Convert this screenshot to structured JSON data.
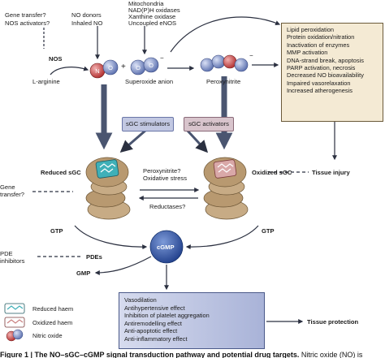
{
  "top_labels": {
    "gene_transfer": "Gene transfer?",
    "nos_activators": "NOS activators?",
    "no_donors": "NO donors",
    "inhaled_no": "Inhaled NO",
    "mitochondria": "Mitochondria",
    "nadph": "NAD(P)H oxidases",
    "xanthine": "Xanthine oxidase",
    "uncoupled": "Uncoupled eNOS",
    "nos": "NOS",
    "arginine": "L-arginine",
    "superoxide": "Superoxide anion",
    "peroxynitrite": "Peroxynitrite",
    "plus": "+"
  },
  "molecule_letters": {
    "n": "N",
    "o": "O",
    "minus": "−"
  },
  "effects_box": [
    "Lipid peroxidation",
    "Protein oxidation/nitration",
    "Inactivation of enzymes",
    "MMP activation",
    "DNA-strand break, apoptosis",
    "PARP activation, necrosis",
    "Decreased NO bioavailability",
    "Impaired vasorelaxation",
    "Increased atherogenesis"
  ],
  "middle": {
    "sgc_stimulators": "sGC stimulators",
    "sgc_activators": "sGC activators",
    "reduced_sgc": "Reduced sGC",
    "oxidized_sgc": "Oxidized sGC",
    "tissue_injury": "Tissue injury",
    "peroxynitrite_q": "Peroxynitrite?",
    "oxidative_stress": "Oxidative stress",
    "reductases": "Reductases?",
    "gene_transfer_left_1": "Gene",
    "gene_transfer_left_2": "transfer?",
    "gtp_left": "GTP",
    "gtp_right": "GTP",
    "cgmp": "cGMP",
    "pde_inhib_1": "PDE",
    "pde_inhib_2": "inhibitors",
    "pdes": "PDEs",
    "gmp": "GMP"
  },
  "protection_box": [
    "Vasodilation",
    "Antihypertensive effect",
    "Inhibition of platelet aggregation",
    "Antiremodelling effect",
    "Anti-apoptotic effect",
    "Anti-inflammatory effect"
  ],
  "tissue_protection": "Tissue protection",
  "legend": {
    "reduced": "Reduced haem",
    "oxidized": "Oxidized haem",
    "nitric": "Nitric oxide"
  },
  "caption": {
    "bold": "Figure 1 | The NO–sGC–cGMP signal transduction pathway and potential drug targets.",
    "rest": " Nitric oxide (NO) is"
  },
  "colors": {
    "beige_box": "#f4ead4",
    "blue_box": "#c9cfe6",
    "pill": "#c2c8e2",
    "cgmp": "#3a5fb0",
    "nitrogen": "#c04040",
    "oxygen": "#7d8fc6",
    "arrow": "#4a5570",
    "enzyme": "#c7ab85"
  }
}
